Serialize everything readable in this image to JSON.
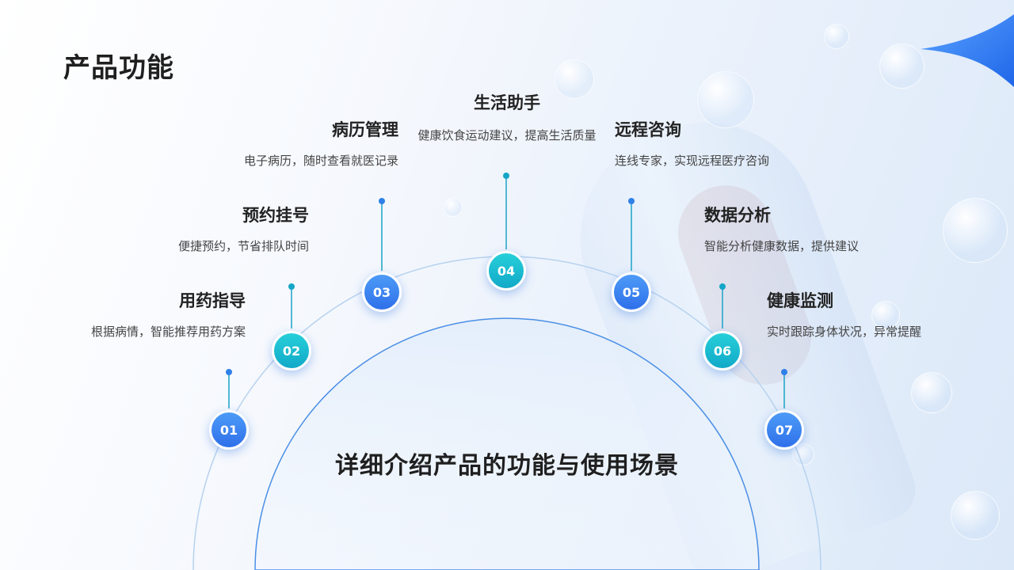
{
  "page": {
    "title": "产品功能",
    "subtitle": "详细介绍产品的功能与使用场景"
  },
  "colors": {
    "node_blue": "#2f70ea",
    "node_teal": "#11a9c8",
    "arc": "#b7d2ef",
    "accent_corner": "#2c78f0",
    "text_dark": "#222222"
  },
  "features": [
    {
      "num": "01",
      "title": "用药指导",
      "desc": "根据病情，智能推荐用药方案"
    },
    {
      "num": "02",
      "title": "预约挂号",
      "desc": "便捷预约，节省排队时间"
    },
    {
      "num": "03",
      "title": "病历管理",
      "desc": "电子病历，随时查看就医记录"
    },
    {
      "num": "04",
      "title": "生活助手",
      "desc": "健康饮食运动建议，提高生活质量"
    },
    {
      "num": "05",
      "title": "远程咨询",
      "desc": "连线专家，实现远程医疗咨询"
    },
    {
      "num": "06",
      "title": "数据分析",
      "desc": "智能分析健康数据，提供建议"
    },
    {
      "num": "07",
      "title": "健康监测",
      "desc": "实时跟踪身体状况，异常提醒"
    }
  ]
}
